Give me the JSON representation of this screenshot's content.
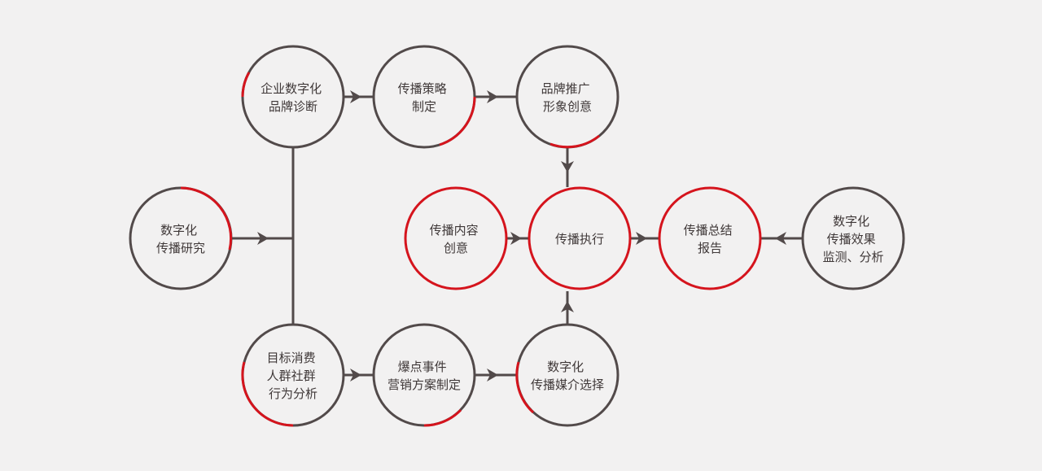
{
  "colors": {
    "background": "#f2f1f1",
    "gray": "#524a4a",
    "red": "#d5141d",
    "text": "#3f3838"
  },
  "nodes": [
    {
      "id": "research",
      "lines": [
        "数字化",
        "传播研究"
      ],
      "ring": "partial-red-right"
    },
    {
      "id": "brand-diagnosis",
      "lines": [
        "企业数字化",
        "品牌诊断"
      ],
      "ring": "partial-red-left"
    },
    {
      "id": "consumer-analysis",
      "lines": [
        "目标消费",
        "人群社群",
        "行为分析"
      ],
      "ring": "partial-red-left"
    },
    {
      "id": "strategy",
      "lines": [
        "传播策略",
        "制定"
      ],
      "ring": "partial-red-right"
    },
    {
      "id": "event-planning",
      "lines": [
        "爆点事件",
        "营销方案制定"
      ],
      "ring": "partial-red-bottom"
    },
    {
      "id": "brand-creative",
      "lines": [
        "品牌推广",
        "形象创意"
      ],
      "ring": "partial-red-bottom"
    },
    {
      "id": "media-selection",
      "lines": [
        "数字化",
        "传播媒介选择"
      ],
      "ring": "partial-red-left"
    },
    {
      "id": "content-creative",
      "lines": [
        "传播内容",
        "创意"
      ],
      "ring": "full-red"
    },
    {
      "id": "execution",
      "lines": [
        "传播执行"
      ],
      "ring": "full-red"
    },
    {
      "id": "summary-report",
      "lines": [
        "传播总结",
        "报告"
      ],
      "ring": "full-red"
    },
    {
      "id": "effect-monitoring",
      "lines": [
        "数字化",
        "传播效果",
        "监测、分析"
      ],
      "ring": "gray"
    }
  ]
}
